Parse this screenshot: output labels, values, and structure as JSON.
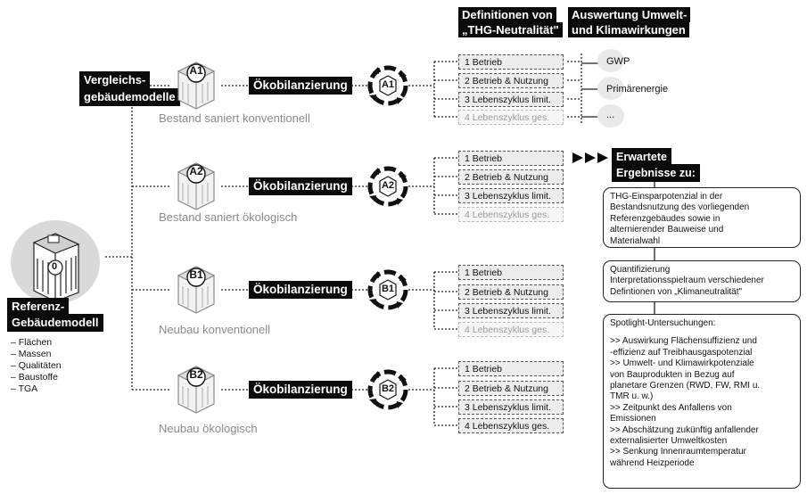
{
  "header": {
    "definitions": [
      "Definitionen von",
      "„THG-Neutralität\""
    ],
    "evaluation": [
      "Auswertung Umwelt-",
      "und Klimawirkungen"
    ]
  },
  "reference": {
    "badge": "0",
    "title_lines": [
      "Referenz-",
      "Gebäudemodell"
    ],
    "attributes": [
      "– Flächen",
      "– Massen",
      "– Qualitäten",
      "– Baustoffe",
      "– TGA"
    ]
  },
  "comparison_label": [
    "Vergleichs-",
    "gebäudemodelle"
  ],
  "models": [
    {
      "id": "A1",
      "caption": "Bestand saniert konventionell",
      "process": "Ökobilanzierung",
      "definitions": [
        {
          "label": "1 Betrieb",
          "dim": false
        },
        {
          "label": "2 Betrieb & Nutzung",
          "dim": false
        },
        {
          "label": "3 Lebenszyklus limit.",
          "dim": false
        },
        {
          "label": "4 Lebenszyklus ges.",
          "dim": true
        }
      ]
    },
    {
      "id": "A2",
      "caption": "Bestand saniert ökologisch",
      "process": "Ökobilanzierung",
      "definitions": [
        {
          "label": "1 Betrieb",
          "dim": false
        },
        {
          "label": "2 Betrieb & Nutzung",
          "dim": false
        },
        {
          "label": "3 Lebenszyklus limit.",
          "dim": false
        },
        {
          "label": "4 Lebenszyklus ges.",
          "dim": true
        }
      ]
    },
    {
      "id": "B1",
      "caption": "Neubau konventionell",
      "process": "Ökobilanzierung",
      "definitions": [
        {
          "label": "1 Betrieb",
          "dim": false
        },
        {
          "label": "2 Betrieb & Nutzung",
          "dim": false
        },
        {
          "label": "3 Lebenszyklus limit.",
          "dim": false
        },
        {
          "label": "4 Lebenszyklus ges.",
          "dim": true
        }
      ]
    },
    {
      "id": "B2",
      "caption": "Neubau ökologisch",
      "process": "Ökobilanzierung",
      "definitions": [
        {
          "label": "1 Betrieb",
          "dim": false
        },
        {
          "label": "2 Betrieb & Nutzung",
          "dim": false
        },
        {
          "label": "3 Lebenszyklus limit.",
          "dim": false
        },
        {
          "label": "4 Lebenszyklus ges.",
          "dim": false
        }
      ]
    }
  ],
  "impacts": [
    "GWP",
    "Primärenergie",
    "..."
  ],
  "results": {
    "title_lines": [
      "Erwartete",
      "Ergebnisse zu:"
    ],
    "boxes": [
      {
        "lines": [
          "THG-Einsparpotenzial in der",
          "Bestandsnutzung des vorliegenden",
          "Referenzgebäudes sowie in",
          "alternierender Bauweise und",
          "Materialwahl"
        ]
      },
      {
        "lines": [
          "Quantifizierung",
          "Interpretationsspielraum verschiedener",
          "Defintionen von „Klimaneutralität\""
        ]
      },
      {
        "lines": [
          "Spotlight-Untersuchungen:",
          "",
          ">> Auswirkung Flächensuffizienz und",
          "-effizienz auf Treibhausgaspotenzial",
          ">> Umwelt- und Klimawirkpotenziale",
          "von Bauprodukten in Bezug auf",
          "planetare Grenzen (RWD, FW, RMI u.",
          "TMR u. w.)",
          ">> Zeitpunkt des Anfallens von",
          "Emissionen",
          ">> Abschätzung zukünftig anfallender",
          "externalisierter Umweltkosten",
          ">> Senkung Innenraumtemperatur",
          "während Heizperiode"
        ]
      }
    ]
  }
}
